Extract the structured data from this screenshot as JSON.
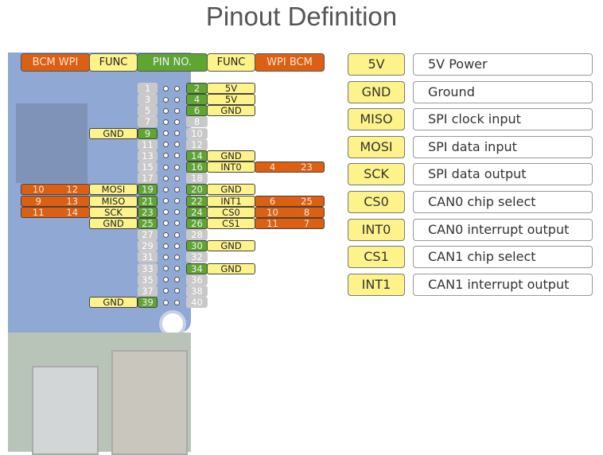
{
  "title": "Pinout Definition",
  "header": {
    "bcm_wpi_left": "BCM  WPI",
    "func_left": "FUNC",
    "pin_no": "PIN NO.",
    "func_right": "FUNC",
    "wpi_bcm_right": "WPI  BCM"
  },
  "colors": {
    "func": "#fdf38a",
    "gpio_numbers": "#dc5f12",
    "active_pin": "#5fa630",
    "inactive_pin": "#c8c8c8"
  },
  "rows": [
    {
      "left": {
        "pin": "1"
      },
      "right": {
        "pin": "2",
        "func": "5V"
      }
    },
    {
      "left": {
        "pin": "3"
      },
      "right": {
        "pin": "4",
        "func": "5V"
      }
    },
    {
      "left": {
        "pin": "5"
      },
      "right": {
        "pin": "6",
        "func": "GND"
      }
    },
    {
      "left": {
        "pin": "7"
      },
      "right": {
        "pin": "8"
      }
    },
    {
      "left": {
        "pin": "9",
        "func": "GND"
      },
      "right": {
        "pin": "10"
      }
    },
    {
      "left": {
        "pin": "11"
      },
      "right": {
        "pin": "12"
      }
    },
    {
      "left": {
        "pin": "13"
      },
      "right": {
        "pin": "14",
        "func": "GND"
      }
    },
    {
      "left": {
        "pin": "15"
      },
      "right": {
        "pin": "16",
        "func": "INT0",
        "wpi": "4",
        "bcm": "23"
      }
    },
    {
      "left": {
        "pin": "17"
      },
      "right": {
        "pin": "18"
      }
    },
    {
      "left": {
        "pin": "19",
        "func": "MOSI",
        "bcm": "10",
        "wpi": "12"
      },
      "right": {
        "pin": "20",
        "func": "GND"
      }
    },
    {
      "left": {
        "pin": "21",
        "func": "MISO",
        "bcm": "9",
        "wpi": "13"
      },
      "right": {
        "pin": "22",
        "func": "INT1",
        "wpi": "6",
        "bcm": "25"
      }
    },
    {
      "left": {
        "pin": "23",
        "func": "SCK",
        "bcm": "11",
        "wpi": "14"
      },
      "right": {
        "pin": "24",
        "func": "CS0",
        "wpi": "10",
        "bcm": "8"
      }
    },
    {
      "left": {
        "pin": "25",
        "func": "GND"
      },
      "right": {
        "pin": "26",
        "func": "CS1",
        "wpi": "11",
        "bcm": "7"
      }
    },
    {
      "left": {
        "pin": "27"
      },
      "right": {
        "pin": "28"
      }
    },
    {
      "left": {
        "pin": "29"
      },
      "right": {
        "pin": "30",
        "func": "GND"
      }
    },
    {
      "left": {
        "pin": "31"
      },
      "right": {
        "pin": "32"
      }
    },
    {
      "left": {
        "pin": "33"
      },
      "right": {
        "pin": "34",
        "func": "GND"
      }
    },
    {
      "left": {
        "pin": "35"
      },
      "right": {
        "pin": "36"
      }
    },
    {
      "left": {
        "pin": "37"
      },
      "right": {
        "pin": "38"
      }
    },
    {
      "left": {
        "pin": "39",
        "func": "GND"
      },
      "right": {
        "pin": "40"
      }
    }
  ],
  "legend": [
    {
      "key": "5V",
      "desc": "5V Power"
    },
    {
      "key": "GND",
      "desc": "Ground"
    },
    {
      "key": "MISO",
      "desc": "SPI clock input"
    },
    {
      "key": "MOSI",
      "desc": "SPI data input"
    },
    {
      "key": "SCK",
      "desc": "SPI data output"
    },
    {
      "key": "CS0",
      "desc": "CAN0 chip select"
    },
    {
      "key": "INT0",
      "desc": "CAN0 interrupt output"
    },
    {
      "key": "CS1",
      "desc": "CAN1 chip select"
    },
    {
      "key": "INT1",
      "desc": "CAN1 interrupt output"
    }
  ]
}
